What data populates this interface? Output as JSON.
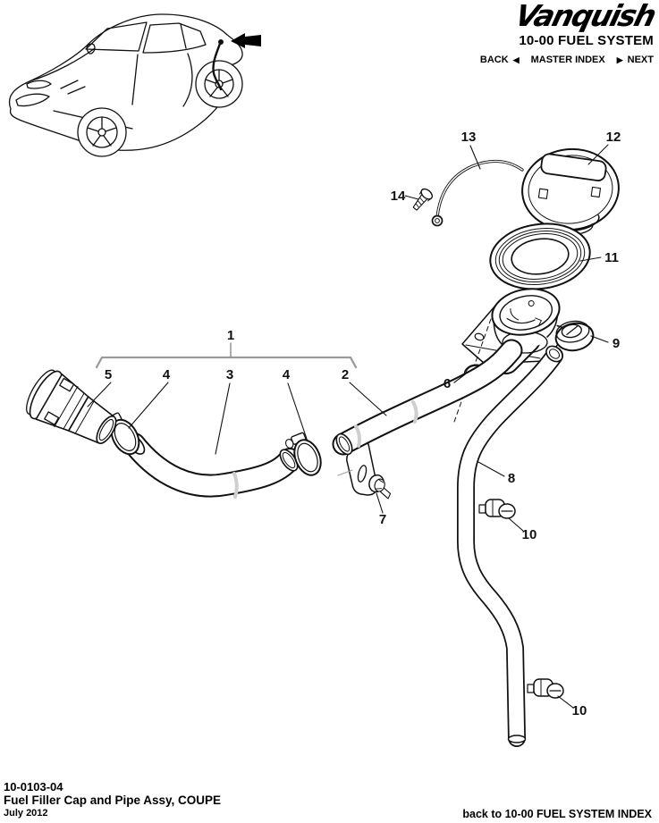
{
  "header": {
    "brand": "Vanquish",
    "section_title": "10-00 FUEL SYSTEM",
    "nav": {
      "back": "BACK",
      "back_arrow": "◀",
      "master_index": "MASTER INDEX",
      "next_arrow": "▶",
      "next": "NEXT"
    }
  },
  "diagram": {
    "callout_labels": [
      "1",
      "2",
      "3",
      "4",
      "5",
      "6",
      "7",
      "8",
      "9",
      "10",
      "11",
      "12",
      "13",
      "14"
    ]
  },
  "footer": {
    "document_number": "10-0103-04",
    "document_title": "Fuel Filler Cap and Pipe Assy, COUPE",
    "document_date": "July 2012",
    "index_link": "back to 10-00 FUEL SYSTEM INDEX"
  }
}
